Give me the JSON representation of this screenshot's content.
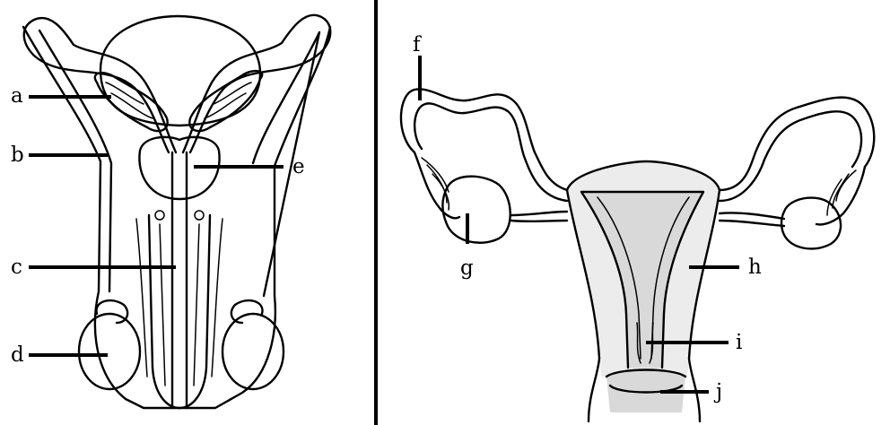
{
  "male_labels": {
    "a": "a",
    "b": "b",
    "c": "c",
    "d": "d",
    "e": "e"
  },
  "female_labels": {
    "f": "f",
    "g": "g",
    "h": "h",
    "i": "i",
    "j": "j"
  },
  "colors": {
    "ink": "#000000",
    "background": "#ffffff",
    "shade": "#d9d9d9"
  }
}
